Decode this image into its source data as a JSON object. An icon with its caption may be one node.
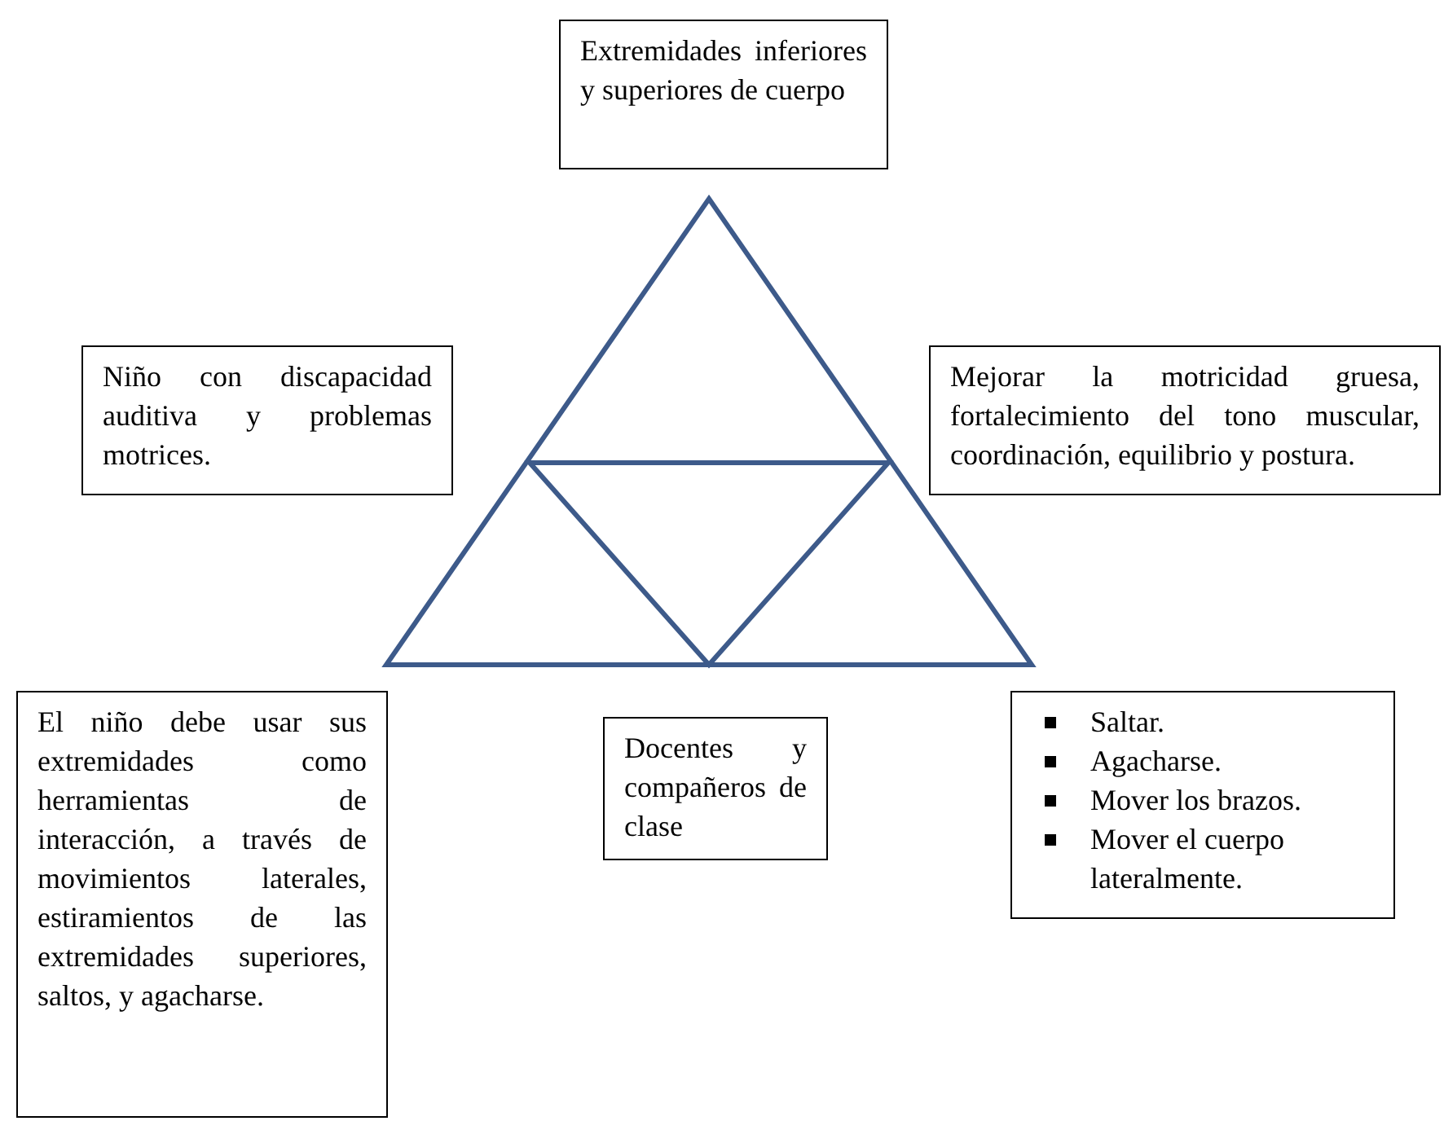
{
  "diagram": {
    "nodes": [
      {
        "text": [
          "Extremidades inferiores y superiores de cuerpo"
        ]
      },
      {
        "text": [
          "Niño con discapacidad auditiva y problemas motrices."
        ]
      },
      {
        "text": [
          "Mejorar la motricidad gruesa, fortalecimiento del tono muscular, coordinación, equilibrio y postura."
        ]
      },
      {
        "text": [
          "El niño debe usar sus extremidades como herramientas de interacción, a través de movimientos laterales, estiramientos de las extremidades superiores, saltos, y agacharse."
        ]
      },
      {
        "text": [
          "Docentes y compañeros de clase"
        ]
      },
      {
        "text": [
          "Saltar.",
          "Agacharse.",
          "Mover los brazos.",
          "Mover el cuerpo lateralmente."
        ]
      }
    ]
  }
}
